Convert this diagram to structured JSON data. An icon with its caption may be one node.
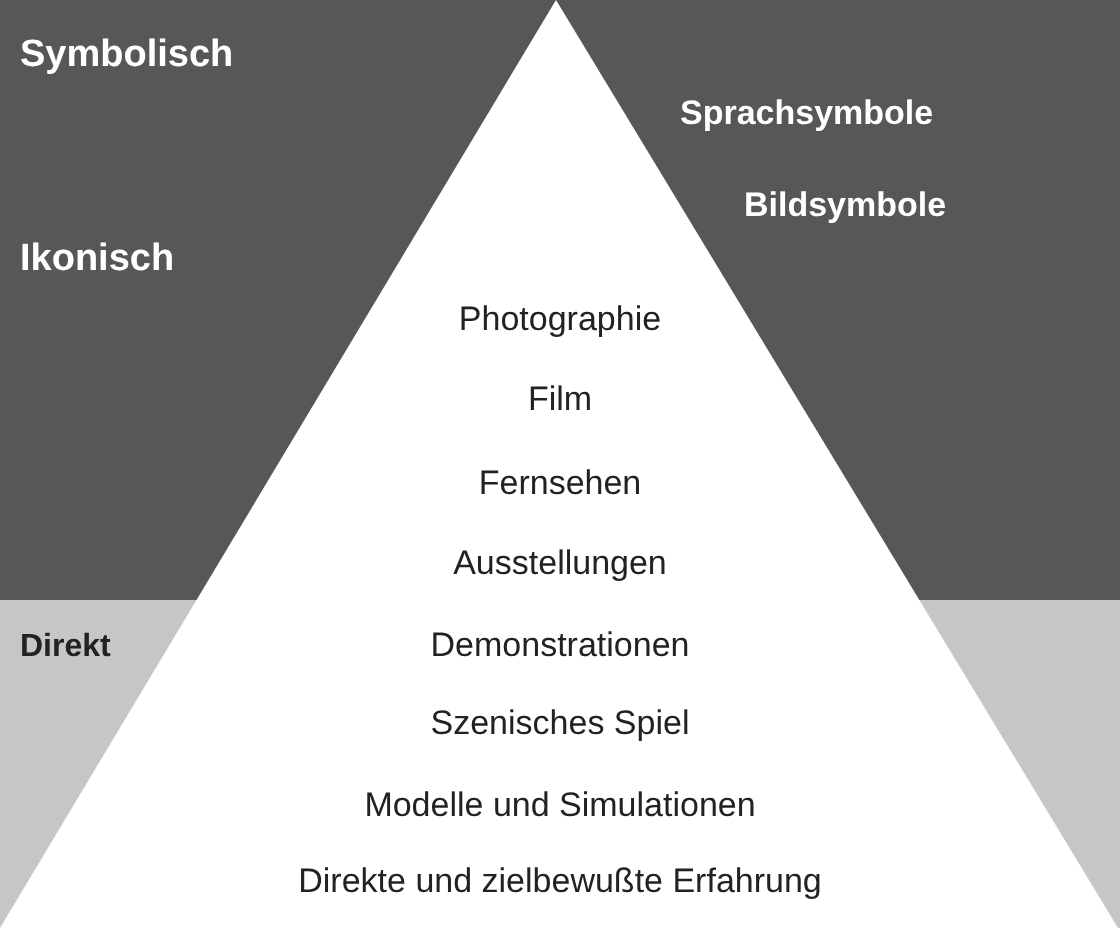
{
  "diagram": {
    "nodes": [
      {
        "text": [
          "Photographie",
          "Film",
          "Fernsehen",
          "Ausstellungen",
          "Demonstrationen",
          "Szenisches Spiel",
          "Modelle und Simulationen",
          "Direkte und zielbewußte Erfahrung"
        ]
      }
    ],
    "labels": [
      "Symbolisch",
      "Sprachsymbole",
      "Bildsymbole",
      "Ikonisch",
      "Direkt"
    ]
  }
}
